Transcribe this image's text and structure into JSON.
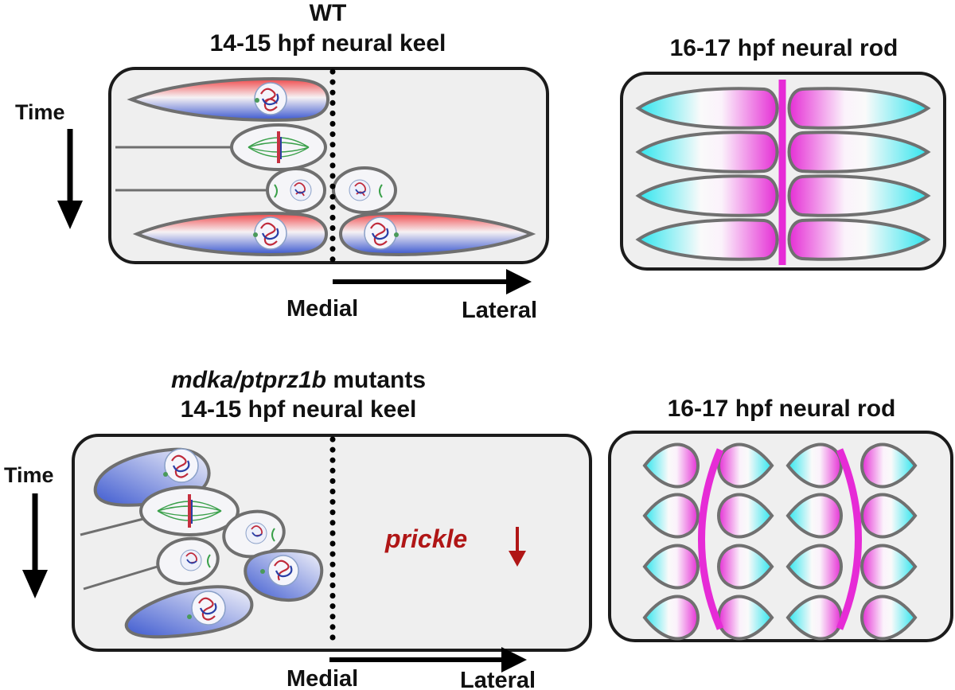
{
  "top": {
    "title_line1": "WT",
    "title_line2": "14-15 hpf neural keel",
    "right_title": "16-17 hpf neural rod",
    "time_label": "Time",
    "medial_label": "Medial",
    "lateral_label": "Lateral"
  },
  "bottom": {
    "title_italic": "mdka/ptprz1b",
    "title_rest": " mutants",
    "title_line2": "14-15 hpf neural keel",
    "right_title": "16-17 hpf neural rod",
    "time_label": "Time",
    "medial_label": "Medial",
    "lateral_label": "Lateral",
    "prickle_label": "prickle"
  },
  "colors": {
    "box_fill": "#efefef",
    "cell_outline": "#707070",
    "apical_red": "#e8403a",
    "basal_blue": "#3f5fd0",
    "cyan": "#30e6ee",
    "magenta": "#e62bd6",
    "prickle_red": "#b01616"
  }
}
